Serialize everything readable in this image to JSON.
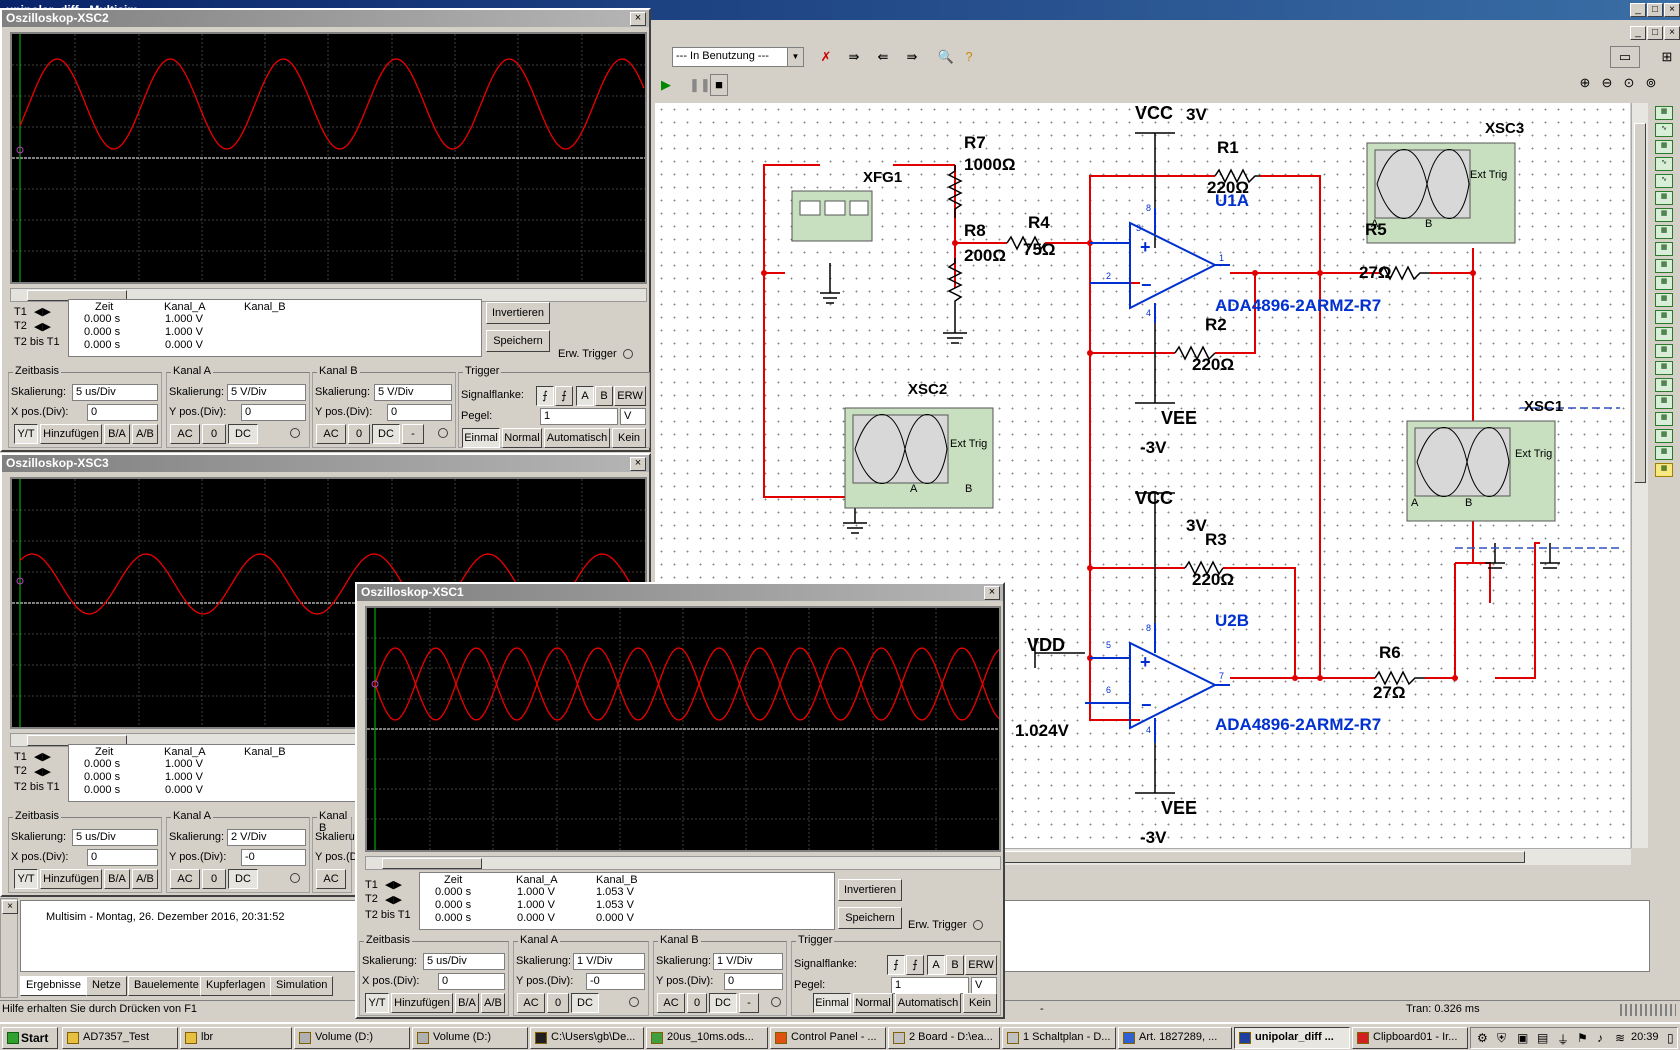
{
  "window": {
    "title": "unipolar_diff - Multisim"
  },
  "toolbar": {
    "in_use_combo": "--- In Benutzung ---"
  },
  "schematic": {
    "r7": {
      "name": "R7",
      "value": "1000Ω"
    },
    "r8": {
      "name": "R8",
      "value": "200Ω"
    },
    "r4": {
      "name": "R4",
      "value": "75Ω"
    },
    "r1": {
      "name": "R1",
      "value": "220Ω"
    },
    "r2": {
      "name": "R2",
      "value": "220Ω"
    },
    "r3": {
      "name": "R3",
      "value": "220Ω"
    },
    "r5": {
      "name": "R5",
      "value": "27Ω"
    },
    "r6": {
      "name": "R6",
      "value": "27Ω"
    },
    "xfg1": "XFG1",
    "xsc1": "XSC1",
    "xsc2": "XSC2",
    "xsc3": "XSC3",
    "ext_trig": "Ext Trig",
    "ch_a": "A",
    "ch_b": "B",
    "u1a": "U1A",
    "u2b": "U2B",
    "opamp_part": "ADA4896-2ARMZ-R7",
    "vcc": "VCC",
    "vee": "VEE",
    "vdd": "VDD",
    "v_pos": "3V",
    "v_neg": "-3V",
    "v_ref": "1.024V",
    "pins": {
      "p1": "1",
      "p2": "2",
      "p3": "3",
      "p4": "4",
      "p5": "5",
      "p6": "6",
      "p7": "7",
      "p8": "8"
    }
  },
  "labels": {
    "t1": "T1",
    "t2": "T2",
    "t2_minus_t1": "T2 bis T1",
    "zeit": "Zeit",
    "kanal_a": "Kanal_A",
    "kanal_b": "Kanal_B",
    "invertieren": "Invertieren",
    "speichern": "Speichern",
    "erw_trigger": "Erw. Trigger",
    "zeitbasis": "Zeitbasis",
    "grp_kanal_a": "Kanal A",
    "grp_kanal_b": "Kanal B",
    "trigger": "Trigger",
    "skalierung": "Skalierung:",
    "x_pos": "X pos.(Div):",
    "y_pos": "Y pos.(Div):",
    "signalflanke": "Signalflanke:",
    "pegel": "Pegel:",
    "yt": "Y/T",
    "hinzufuegen": "Hinzufügen",
    "ba": "B/A",
    "ab": "A/B",
    "ac": "AC",
    "zero": "0",
    "dc": "DC",
    "minus": "-",
    "trig_a": "A",
    "trig_b": "B",
    "erw": "ERW",
    "level_unit": "V",
    "einmal": "Einmal",
    "normal": "Normal",
    "automatisch": "Automatisch",
    "kein": "Kein"
  },
  "osc_xsc2": {
    "title": "Oszilloskop-XSC2",
    "rows": [
      [
        "0.000 s",
        "1.000 V",
        ""
      ],
      [
        "0.000 s",
        "1.000 V",
        ""
      ],
      [
        "0.000 s",
        "0.000 V",
        ""
      ]
    ],
    "timebase": "5 us/Div",
    "xpos": "0",
    "a_scale": "5  V/Div",
    "a_ypos": "0",
    "b_scale": "5  V/Div",
    "b_ypos": "0",
    "level": "1"
  },
  "osc_xsc3": {
    "title": "Oszilloskop-XSC3",
    "rows": [
      [
        "0.000 s",
        "1.000 V",
        ""
      ],
      [
        "0.000 s",
        "1.000 V",
        ""
      ],
      [
        "0.000 s",
        "0.000 V",
        ""
      ]
    ],
    "timebase": "5 us/Div",
    "xpos": "0",
    "a_scale": "2  V/Div",
    "a_ypos": "-0"
  },
  "osc_xsc1": {
    "title": "Oszilloskop-XSC1",
    "rows": [
      [
        "0.000 s",
        "1.000 V",
        "1.053 V"
      ],
      [
        "0.000 s",
        "1.000 V",
        "1.053 V"
      ],
      [
        "0.000 s",
        "0.000 V",
        "0.000 V"
      ]
    ],
    "timebase": "5 us/Div",
    "xpos": "0",
    "a_scale": "1  V/Div",
    "a_ypos": "-0",
    "b_scale": "1  V/Div",
    "b_ypos": "0",
    "level": "1"
  },
  "log": {
    "line": "Multisim  -  Montag, 26. Dezember 2016, 20:31:52"
  },
  "tabs": [
    "Ergebnisse",
    "Netze",
    "Bauelemente",
    "Kupferlagen",
    "Simulation"
  ],
  "status": {
    "hint": "Hilfe erhalten Sie durch Drücken von F1",
    "dash": "-",
    "tran": "Tran: 0.326 ms"
  },
  "taskbar": {
    "start": "Start",
    "items": [
      "AD7357_Test",
      "lbr",
      "Volume (D:)",
      "Volume (D:)",
      "C:\\Users\\gb\\De...",
      "20us_10ms.ods...",
      "Control Panel - ...",
      "2 Board - D:\\ea...",
      "1 Schaltplan - D...",
      "Art. 1827289, ...",
      "unipolar_diff ...",
      "Clipboard01 - Ir..."
    ],
    "clock": "20:39"
  }
}
